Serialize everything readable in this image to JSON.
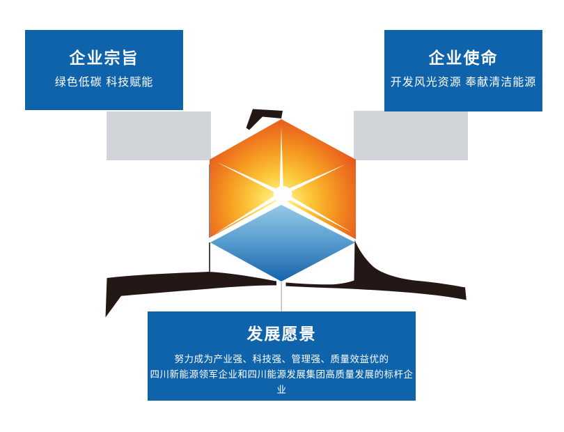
{
  "page": {
    "background": "#ffffff",
    "description": "corporate culture infographic"
  },
  "cards": {
    "purpose": {
      "title": "企业宗旨",
      "subtitle": "绿色低碳 科技赋能"
    },
    "mission": {
      "title": "企业使命",
      "subtitle": "开发风光资源 奉献清洁能源"
    },
    "vision": {
      "title": "发展愿景",
      "line1": "努力成为产业强、科技强、管理强、质量效益优的",
      "line2": "四川新能源领军企业和四川能源发展集团高质量发展的标杆企业"
    }
  },
  "emblem": {
    "icon": "hexagon-sun-star-sail-emblem",
    "parts": [
      "sun-glow-hexagon",
      "white-star-rays",
      "blue-sail-diamond",
      "black-brush-strokes"
    ]
  },
  "colors": {
    "card_blue": "#0f63aa",
    "connector_gray": "#d1d5d9",
    "ink_black": "#231815",
    "glow_center": "#fff7b1",
    "glow_edge": "#e04b1f",
    "sail_top": "#96c9e6",
    "sail_bottom": "#1763ab",
    "text_white": "#ffffff"
  }
}
